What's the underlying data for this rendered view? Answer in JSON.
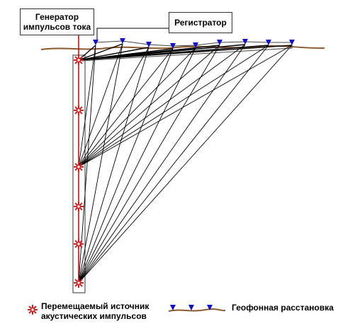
{
  "labels": {
    "generator_line1": "Генератор",
    "generator_line2": "импульсов тока",
    "registrator": "Регистратор"
  },
  "legend": {
    "source_line1": "Перемещаемый источник",
    "source_line2": "акустических импульсов",
    "geophone": "Геофонная расстановка"
  },
  "colors": {
    "ground": "#8b5a2b",
    "source": "#d42020",
    "cable": "#cc0000",
    "geophone": "#1010c8",
    "ray": "#000000"
  },
  "icons": {
    "source": "burst-star-icon",
    "geophone": "blue-triangle-icon"
  },
  "counts": {
    "sources": 6,
    "geophones": 9
  }
}
